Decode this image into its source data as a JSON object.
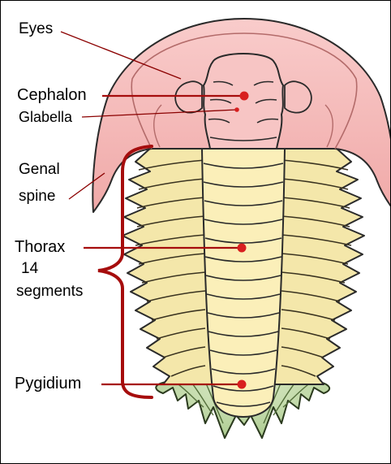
{
  "labels": {
    "eyes": "Eyes",
    "cephalon": "Cephalon",
    "glabella": "Glabella",
    "genal_spine_line1": "Genal",
    "genal_spine_line2": "spine",
    "thorax": "Thorax",
    "segments_line1": "14",
    "segments_line2": "segments",
    "pygidium": "Pygidium"
  },
  "colors": {
    "cephalon": "#f4b4b2",
    "glabella": "#f7c5c4",
    "thorax": "#f4e7aa",
    "axial_lobe": "#fbefb9",
    "pygidium": "#bed7a4",
    "outline": "#222222",
    "pointer_dark_red": "#a60d0d",
    "pointer_red": "#d81f1f",
    "leader_line": "#8b0000"
  }
}
